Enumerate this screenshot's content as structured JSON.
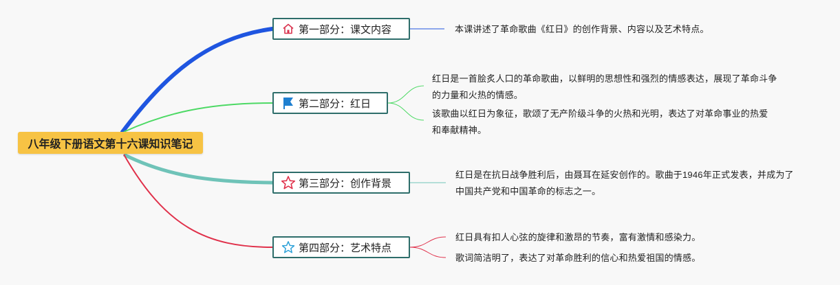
{
  "root": {
    "title": "八年级下册语文第十六课知识笔记"
  },
  "branches": [
    {
      "label": "第一部分：课文内容",
      "icon": "home-icon",
      "color": "#1f55e0",
      "notes": [
        "本课讲述了革命歌曲《红日》的创作背景、内容以及艺术特点。"
      ]
    },
    {
      "label": "第二部分：红日",
      "icon": "flag-icon",
      "color": "#4cd964",
      "notes": [
        "红日是一首脍炙人口的革命歌曲，以鲜明的思想性和强烈的情感表达，展现了革命斗争的力量和火热的情感。",
        "该歌曲以红日为象征，歌颂了无产阶级斗争的火热和光明，表达了对革命事业的热爱和奉献精神。"
      ]
    },
    {
      "label": "第三部分：创作背景",
      "icon": "star-outline-icon",
      "color": "#6fc3b8",
      "notes": [
        "红日是在抗日战争胜利后，由聂耳在延安创作的。歌曲于1946年正式发表，并成为了中国共产党和中国革命的标志之一。"
      ]
    },
    {
      "label": "第四部分：艺术特点",
      "icon": "star-icon",
      "color": "#e0304a",
      "notes": [
        "红日具有扣人心弦的旋律和激昂的节奏，富有激情和感染力。",
        "歌词简洁明了，表达了对革命胜利的信心和热爱祖国的情感。"
      ]
    }
  ]
}
